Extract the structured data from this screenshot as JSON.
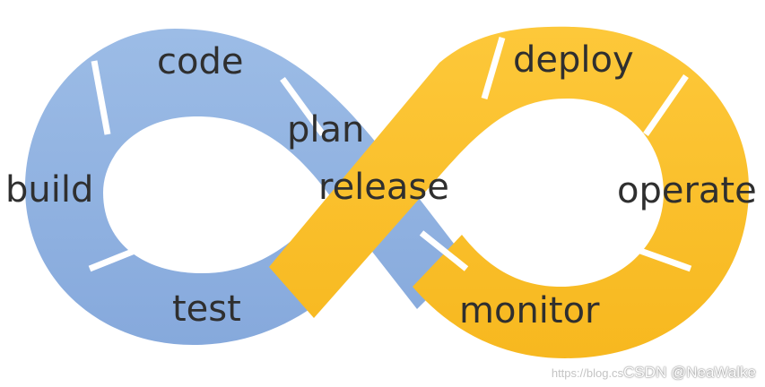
{
  "colors": {
    "dev_loop": "#8eb1df",
    "dev_loop_shade": "#7a9ed0",
    "ops_loop": "#fbc02d",
    "ops_loop_shade": "#e8ab12",
    "separator": "#ffffff",
    "label": "#2f2f2f"
  },
  "stages": {
    "plan": "plan",
    "code": "code",
    "build": "build",
    "test": "test",
    "release": "release",
    "deploy": "deploy",
    "operate": "operate",
    "monitor": "monitor"
  },
  "watermark": {
    "url": "https://blog.cs",
    "brand": "CSDN @NeaWalke"
  }
}
